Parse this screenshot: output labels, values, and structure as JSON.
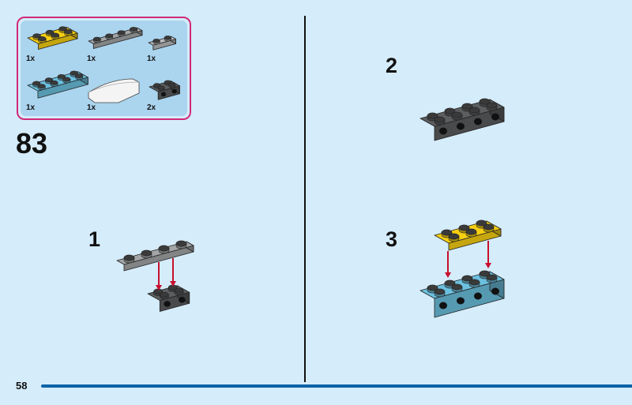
{
  "parts_list": {
    "items": [
      {
        "name": "yellow-plate-2x3",
        "qty": "1x",
        "color": "#f6cf12"
      },
      {
        "name": "gray-plate-1x4",
        "qty": "1x",
        "color": "#a3a5a6"
      },
      {
        "name": "light-gray-plate-1x2-rounded",
        "qty": "1x",
        "color": "#b9bbbd"
      },
      {
        "name": "blue-plate-2x4",
        "qty": "1x",
        "color": "#6cc0df"
      },
      {
        "name": "white-curved-slope",
        "qty": "1x",
        "color": "#f4f4f4"
      },
      {
        "name": "dark-gray-bracket-2x2",
        "qty": "2x",
        "color": "#5b5d5f"
      }
    ],
    "border_color": "#d12a78"
  },
  "main_step": "83",
  "sub_steps": [
    "1",
    "2",
    "3"
  ],
  "page_number": "58",
  "arrow_color": "#c8102e"
}
